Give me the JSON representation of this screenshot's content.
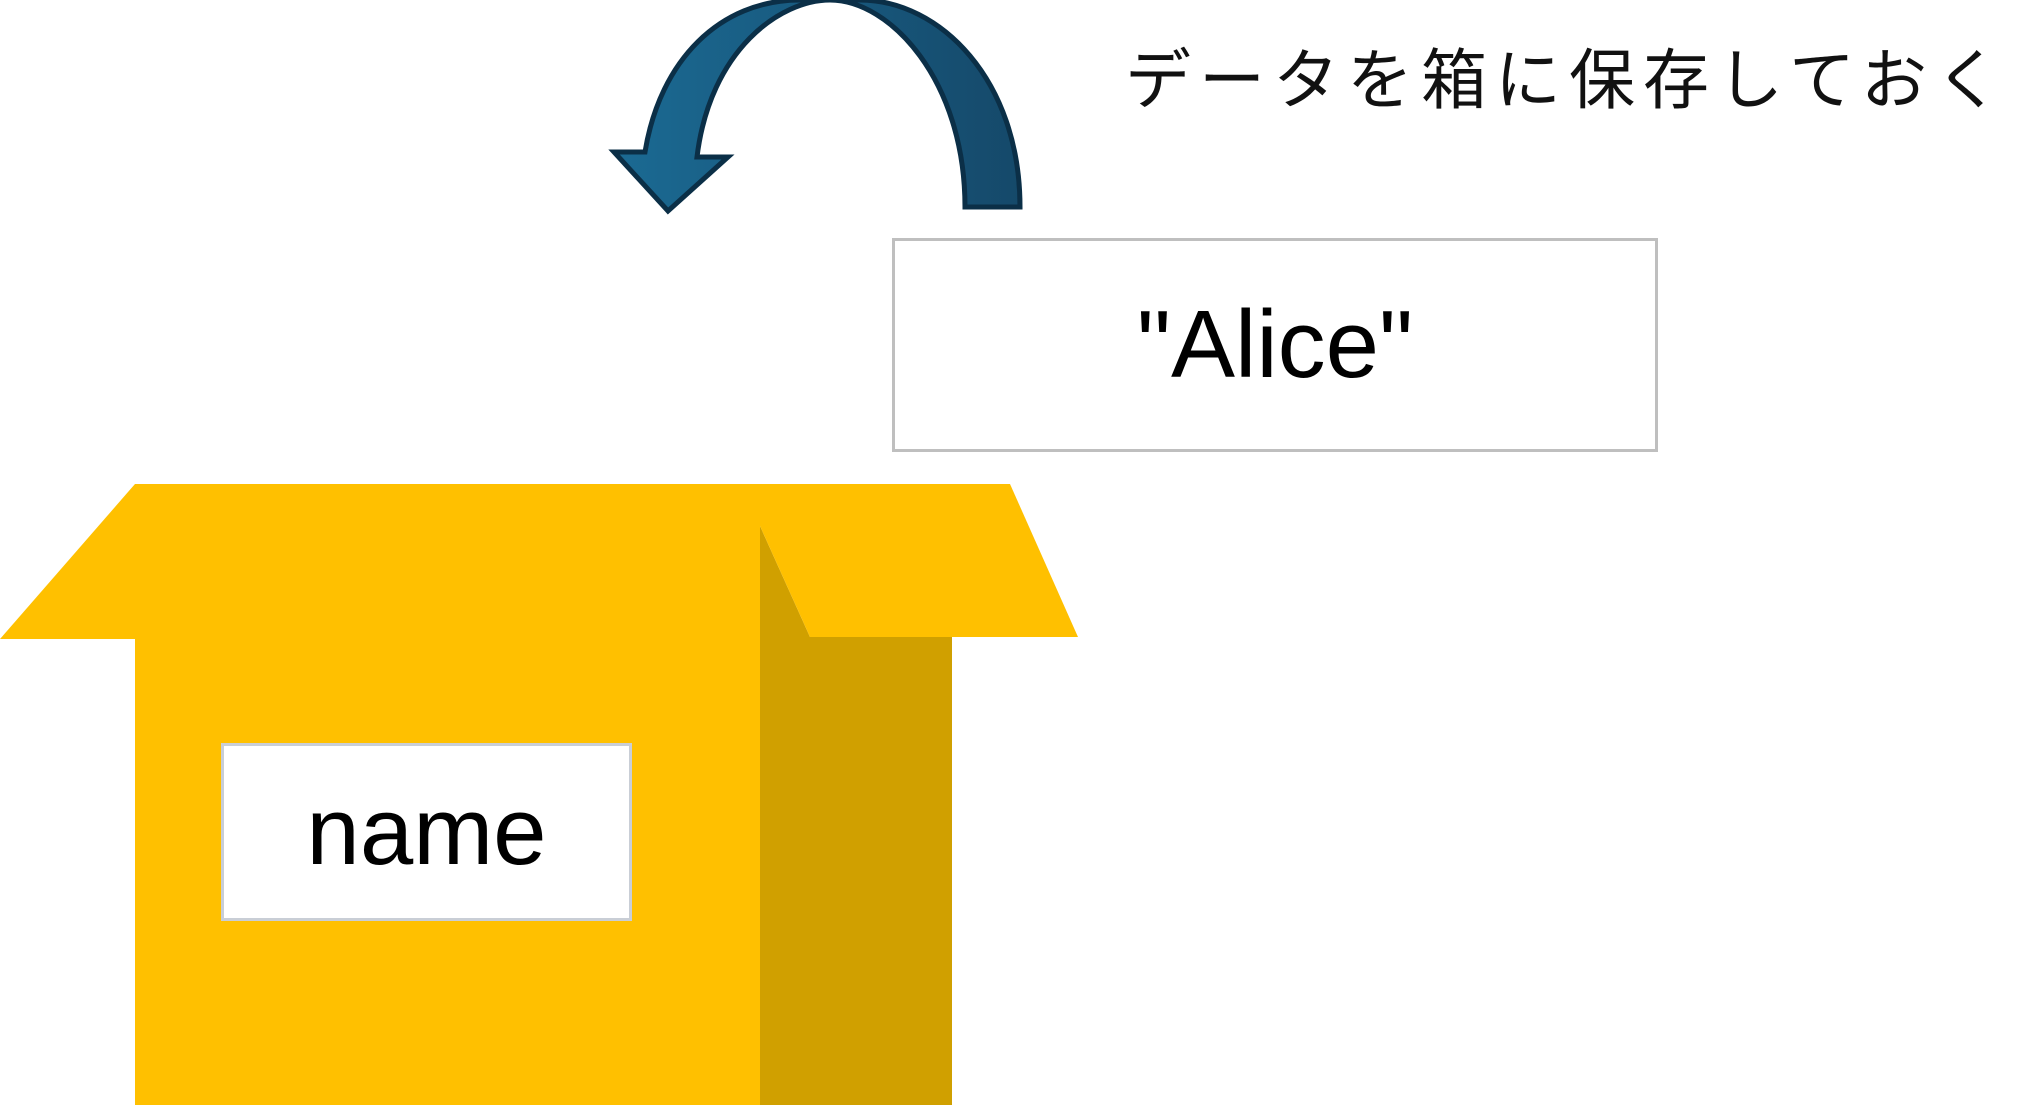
{
  "caption": "データを箱に保存しておく",
  "value_card": {
    "text": "\"Alice\""
  },
  "box_label": {
    "text": "name"
  },
  "colors": {
    "box_front": "#FFC000",
    "box_side": "#D0A000",
    "arrow_fill": "#1A6389",
    "arrow_stroke": "#0B2F47",
    "card_border": "#BFBFBF"
  },
  "icons": {
    "arrow": "curved-arrow-icon",
    "box": "open-box-icon"
  }
}
